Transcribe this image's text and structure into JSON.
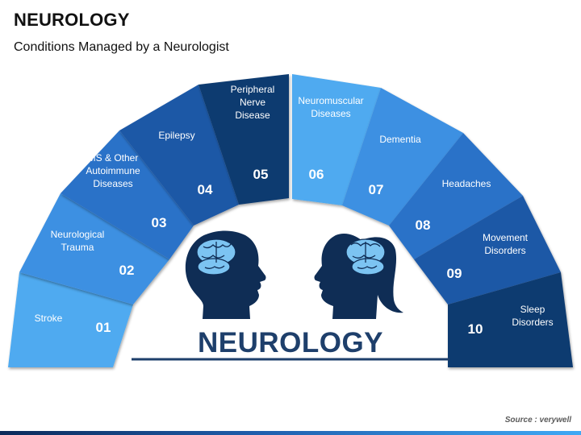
{
  "header": {
    "title": "NEUROLOGY",
    "subtitle": "Conditions Managed by a Neurologist"
  },
  "diagram": {
    "center_word": "NEUROLOGY",
    "segments": [
      {
        "num": "01",
        "lines": [
          "Stroke"
        ],
        "color": "#4faaf0"
      },
      {
        "num": "02",
        "lines": [
          "Neurological",
          "Trauma"
        ],
        "color": "#3d90e2"
      },
      {
        "num": "03",
        "lines": [
          "MS & Other",
          "Autoimmune",
          "Diseases"
        ],
        "color": "#2b72c8"
      },
      {
        "num": "04",
        "lines": [
          "Epilepsy"
        ],
        "color": "#1f58a6"
      },
      {
        "num": "05",
        "lines": [
          "Peripheral",
          "Nerve",
          "Disease"
        ],
        "color": "#113b70"
      },
      {
        "num": "06",
        "lines": [
          "Neuromuscular",
          "Diseases"
        ],
        "color": "#4faaf0"
      },
      {
        "num": "07",
        "lines": [
          "Dementia"
        ],
        "color": "#3d90e2"
      },
      {
        "num": "08",
        "lines": [
          "Headaches"
        ],
        "color": "#2b72c8"
      },
      {
        "num": "09",
        "lines": [
          "Movement",
          "Disorders"
        ],
        "color": "#1f58a6"
      },
      {
        "num": "10",
        "lines": [
          "Sleep",
          "Disorders"
        ],
        "color": "#113b70"
      }
    ],
    "icons": [
      "male-head-brain-icon",
      "female-head-brain-icon"
    ],
    "colors": {
      "center_word": "#1e3f6b",
      "head": "#0f2d55",
      "brain": "#7cc4f2"
    }
  },
  "footer": {
    "source": "Source : verywell"
  }
}
